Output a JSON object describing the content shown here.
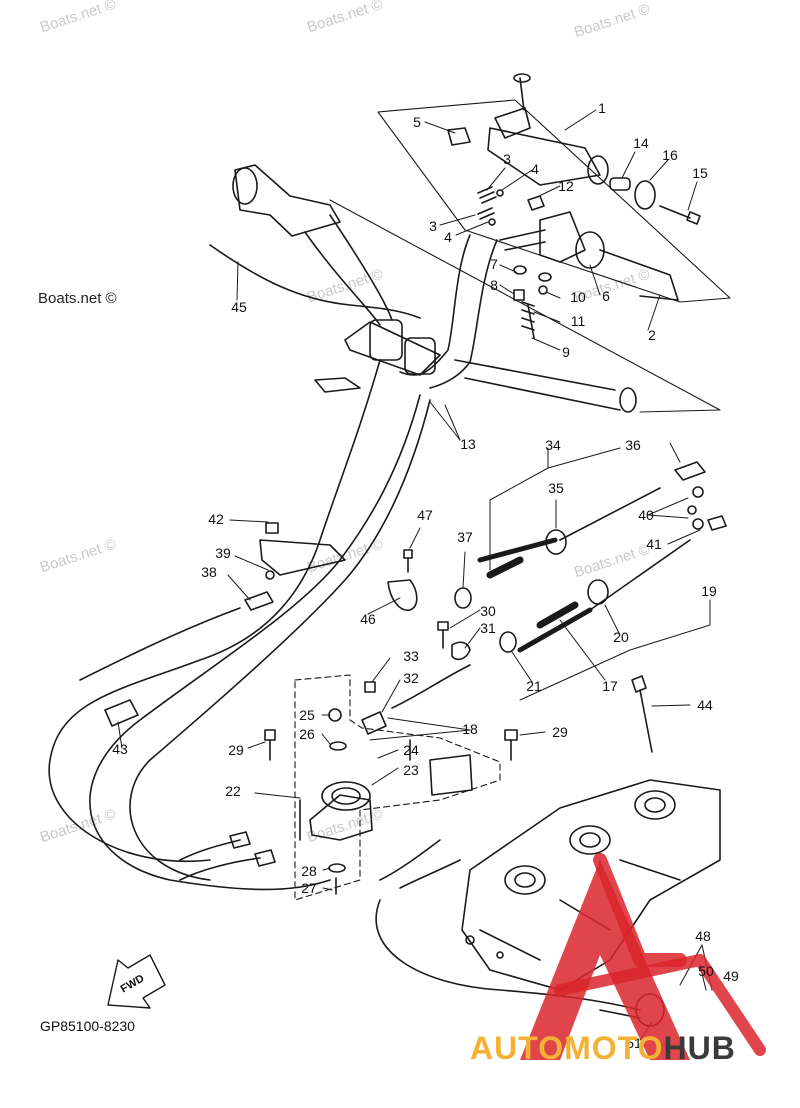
{
  "watermark": "Boats.net ©",
  "credit": "Boats.net ©",
  "diagram_code": "GP85100-8230",
  "fwd_label": "FWD",
  "logo": {
    "part1": "AUTOMOTO",
    "part2": "HUB",
    "accent": "#f3b233",
    "dark": "#3a3a3a",
    "triangle": "#d9252a"
  },
  "callouts": [
    "1",
    "2",
    "3",
    "4",
    "5",
    "6",
    "7",
    "8",
    "9",
    "10",
    "11",
    "12",
    "13",
    "14",
    "15",
    "16",
    "17",
    "18",
    "19",
    "20",
    "21",
    "22",
    "23",
    "24",
    "25",
    "26",
    "27",
    "28",
    "29",
    "30",
    "31",
    "32",
    "33",
    "34",
    "35",
    "36",
    "37",
    "38",
    "39",
    "40",
    "41",
    "42",
    "43",
    "44",
    "45",
    "46",
    "47",
    "48",
    "49",
    "50",
    "51"
  ]
}
